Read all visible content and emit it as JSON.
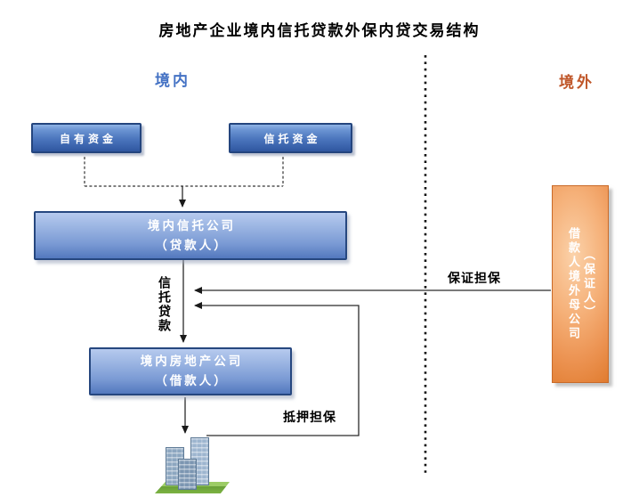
{
  "title": "房地产企业境内信托贷款外保内贷交易结构",
  "regions": {
    "domestic": "境内",
    "overseas": "境外"
  },
  "boxes": {
    "own_funds": "自有资金",
    "trust_funds": "信托资金",
    "trust_company": {
      "line1": "境内信托公司",
      "line2": "（贷款人）"
    },
    "real_estate": {
      "line1": "境内房地产公司",
      "line2": "（借款人）"
    },
    "guarantor": {
      "col1": "借款人境外母公司",
      "col2": "（保证人）"
    }
  },
  "flow_labels": {
    "trust_loan": "信托贷款",
    "guarantee": "保证担保",
    "mortgage": "抵押担保"
  },
  "icons": {
    "building": "office-buildings-on-green-base"
  },
  "colors": {
    "domestic_label": "#4472C4",
    "overseas_label": "#C0572A",
    "blue_box_fill": "#4F81BD",
    "blue_box_border": "#26477F",
    "orange_box_fill": "#ED9B5C",
    "orange_box_border": "#C96A28",
    "connector": "#2B2B2B"
  }
}
